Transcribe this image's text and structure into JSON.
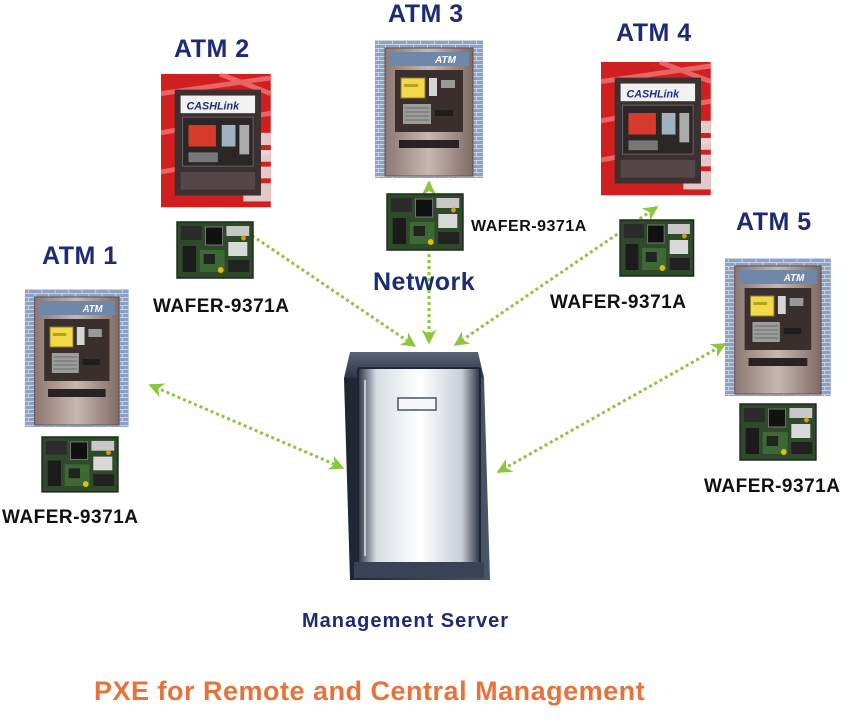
{
  "atms": [
    {
      "id": "atm1",
      "title": "ATM 1",
      "board": "WAFER-9371A",
      "style": "plain"
    },
    {
      "id": "atm2",
      "title": "ATM 2",
      "board": "WAFER-9371A",
      "style": "cashlink",
      "brand": "CASHLink"
    },
    {
      "id": "atm3",
      "title": "ATM 3",
      "board": "WAFER-9371A",
      "style": "plain"
    },
    {
      "id": "atm4",
      "title": "ATM 4",
      "board": "WAFER-9371A",
      "style": "cashlink",
      "brand": "CASHLink"
    },
    {
      "id": "atm5",
      "title": "ATM 5",
      "board": "WAFER-9371A",
      "style": "plain"
    }
  ],
  "atm_panel_text": "ATM",
  "network_label": "Network",
  "server_label": "Management Server",
  "caption": "PXE for Remote and Central Management",
  "colors": {
    "title": "#1c2a78",
    "caption": "#e8733a",
    "link": "#8cc63f",
    "brick": "#7d8fb6",
    "cashlink_red": "#cf1f1f"
  }
}
